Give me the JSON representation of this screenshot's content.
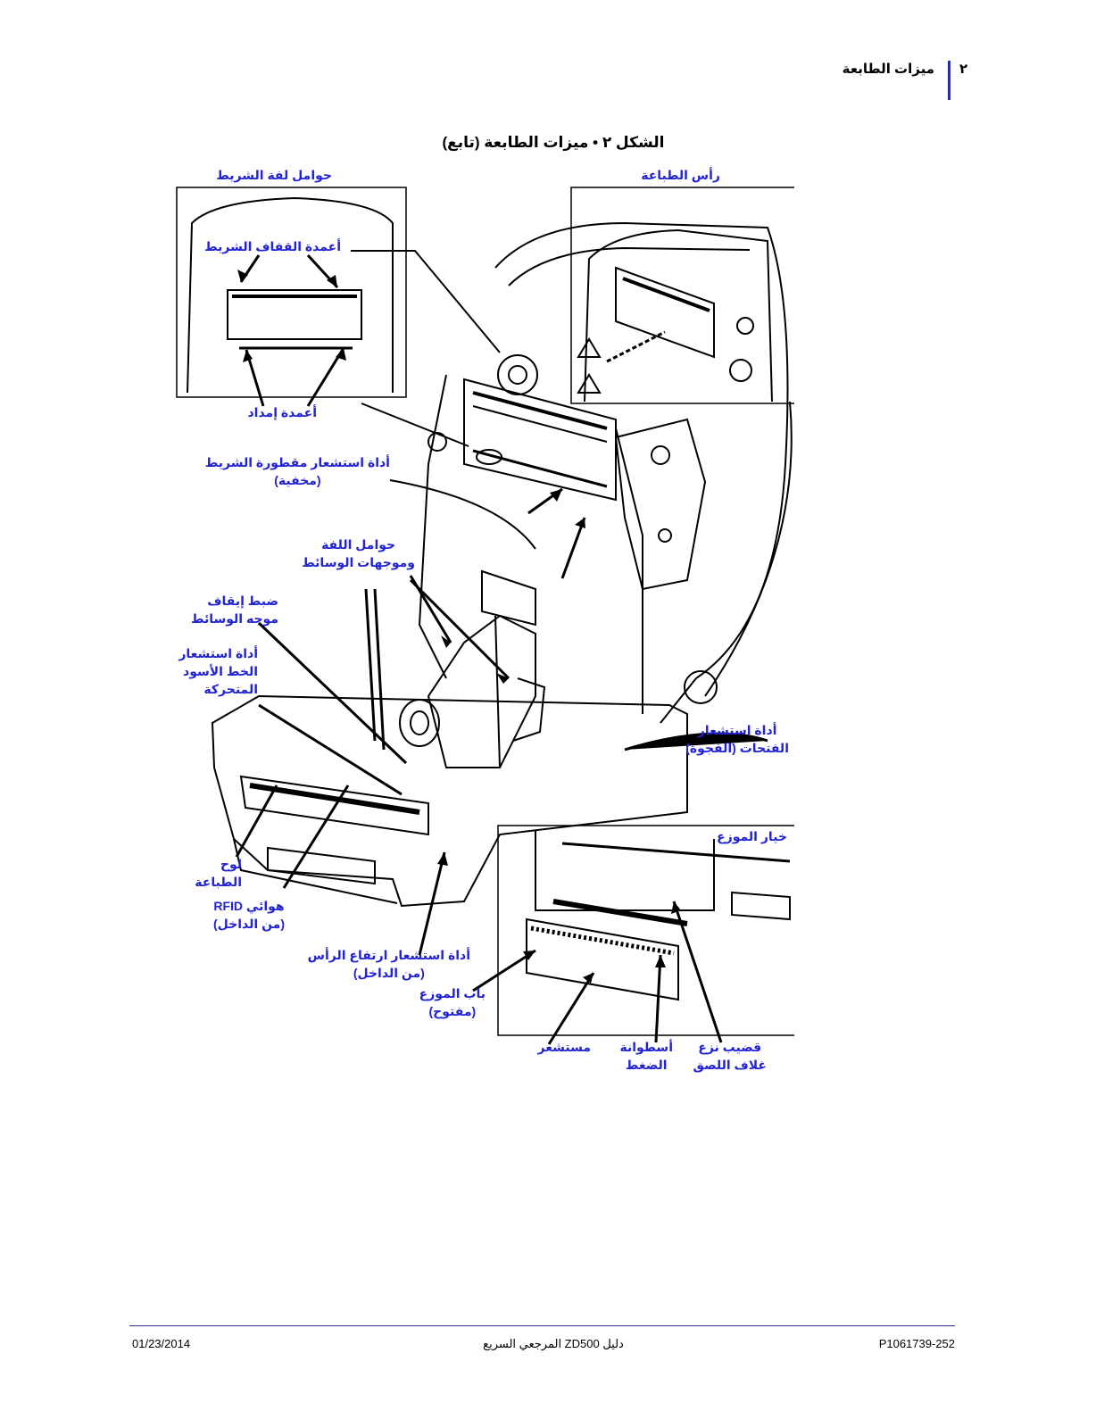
{
  "header": {
    "page_number": "٢",
    "section_title": "ميزات الطابعة"
  },
  "figure": {
    "title": "الشكل ٢ • ميزات الطابعة (تابع)"
  },
  "callouts": {
    "ribbon_roll_holders": "حوامل لفة الشريط",
    "printhead": "رأس الطباعة",
    "ribbon_take_up_spindles": "أعمدة القفاف الشريط",
    "supply_spindles": "أعمدة إمداد",
    "ribbon_out_sensor_line1": "أداة استشعار مقطورة الشريط",
    "ribbon_out_sensor_line2": "(مخفية)",
    "roll_holders_line1": "حوامل اللفة",
    "roll_holders_line2": "وموجهات الوسائط",
    "guide_stop_line1": "ضبط إيقاف",
    "guide_stop_line2": "موجه الوسائط",
    "movable_sensor_line1": "أداة استشعار",
    "movable_sensor_line2": "الخط الأسود",
    "movable_sensor_line3": "المتحركة",
    "web_sensor_line1": "أداة استشعار",
    "web_sensor_line2": "الفتحات (الفجوة)",
    "media_dispenser": "خيار الموزع",
    "platen_line1": "لوح",
    "platen_line2": "الطباعة",
    "rfid_line1": "هوائي RFID",
    "rfid_line2": "(من الداخل)",
    "head_up_sensor_line1": "أداة استشعار ارتفاع الرأس",
    "head_up_sensor_line2": "(من الداخل)",
    "dispenser_door_line1": "باب الموزع",
    "dispenser_door_line2": "(مفتوح)",
    "peel_bar": "مستشعر",
    "pinch_roller_line1": "أسطوانة",
    "pinch_roller_line2": "الضغط",
    "release_lever_line1": "قضيب نزع",
    "release_lever_line2": "غلاف اللصق"
  },
  "footer": {
    "date": "01/23/2014",
    "doc_title": "دليل ZD500 المرجعي السريع",
    "part_number": "P1061739-252"
  }
}
